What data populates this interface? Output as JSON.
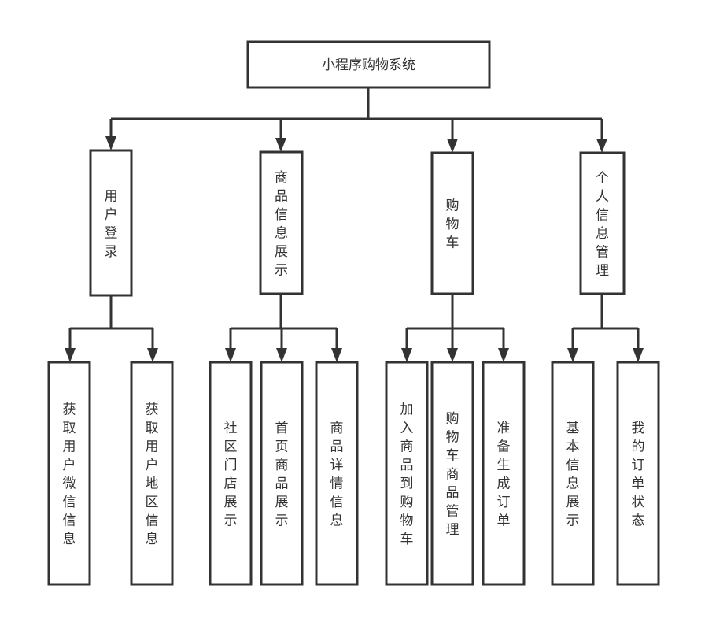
{
  "diagram": {
    "type": "hierarchy",
    "colors": {
      "stroke": "#333333",
      "text": "#333333",
      "background": "#ffffff"
    },
    "root": {
      "id": "root",
      "label": "小程序购物系统"
    },
    "modules": [
      {
        "id": "m1",
        "label": "用户登录",
        "children": [
          {
            "id": "m1c1",
            "label": "获取用户微信信息"
          },
          {
            "id": "m1c2",
            "label": "获取用户地区信息"
          }
        ]
      },
      {
        "id": "m2",
        "label": "商品信息展示",
        "children": [
          {
            "id": "m2c1",
            "label": "社区门店展示"
          },
          {
            "id": "m2c2",
            "label": "首页商品展示"
          },
          {
            "id": "m2c3",
            "label": "商品详情信息"
          }
        ]
      },
      {
        "id": "m3",
        "label": "购物车",
        "children": [
          {
            "id": "m3c1",
            "label": "加入商品到购物车"
          },
          {
            "id": "m3c2",
            "label": "购物车商品管理"
          },
          {
            "id": "m3c3",
            "label": "准备生成订单"
          }
        ]
      },
      {
        "id": "m4",
        "label": "个人信息管理",
        "children": [
          {
            "id": "m4c1",
            "label": "基本信息展示"
          },
          {
            "id": "m4c2",
            "label": "我的订单状态"
          }
        ]
      }
    ]
  }
}
